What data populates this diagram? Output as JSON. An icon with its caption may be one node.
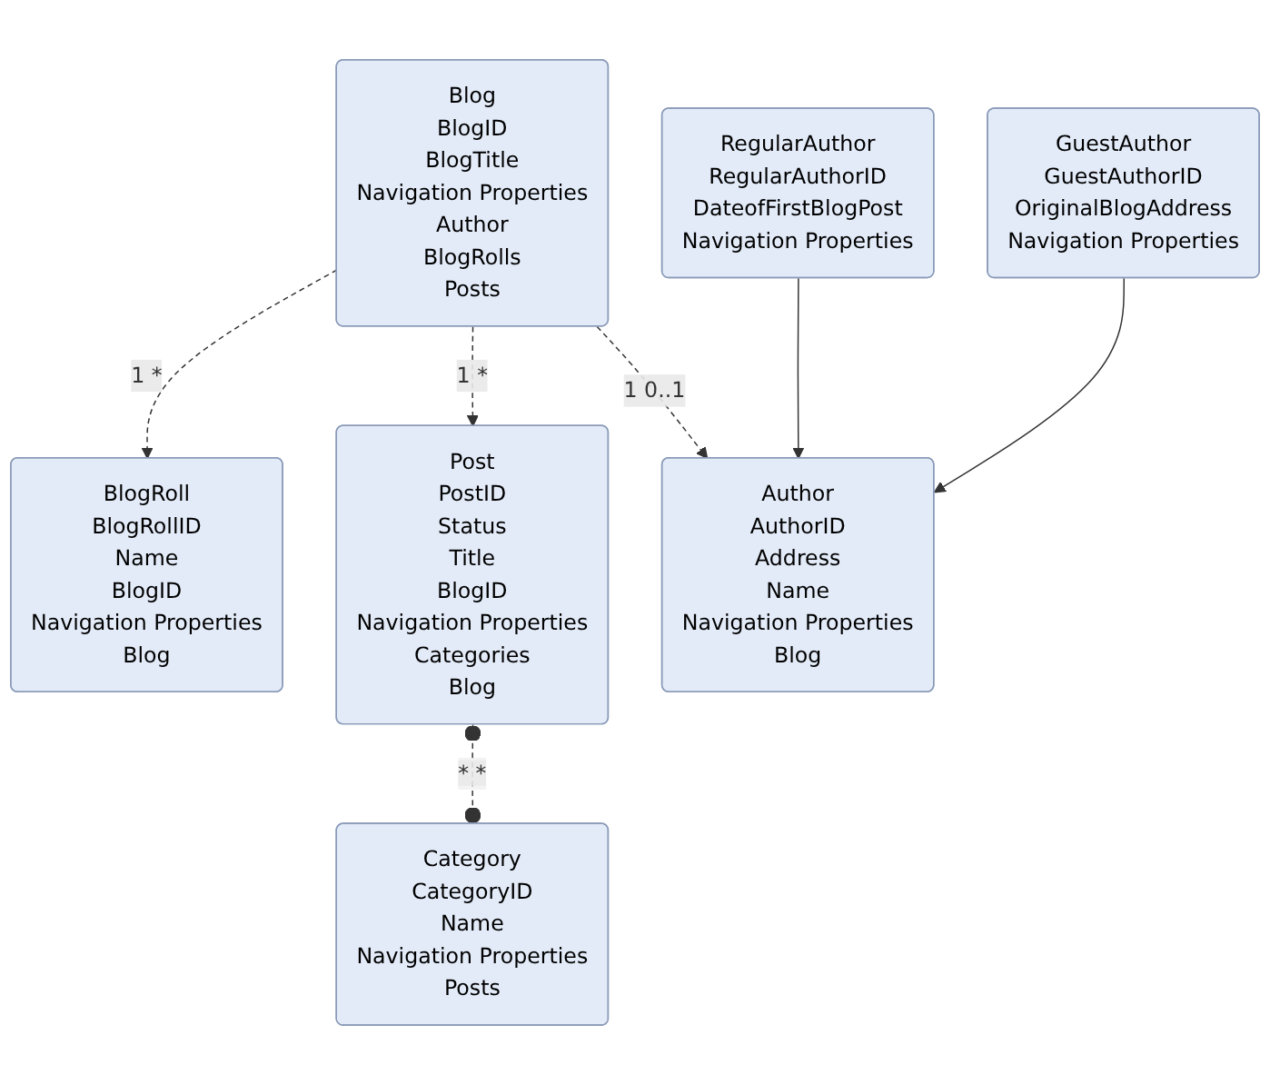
{
  "diagram": {
    "nodes": [
      {
        "text": [
          "BlogRoll",
          "BlogRollID",
          "Name",
          "BlogID",
          "Navigation Properties",
          "Blog"
        ]
      },
      {
        "text": [
          "Blog",
          "BlogID",
          "BlogTitle",
          "Navigation Properties",
          "Author",
          "BlogRolls",
          "Posts"
        ]
      },
      {
        "text": [
          "Post",
          "PostID",
          "Status",
          "Title",
          "BlogID",
          "Navigation Properties",
          "Categories",
          "Blog"
        ]
      },
      {
        "text": [
          "Author",
          "AuthorID",
          "Address",
          "Name",
          "Navigation Properties",
          "Blog"
        ]
      },
      {
        "text": [
          "Category",
          "CategoryID",
          "Name",
          "Navigation Properties",
          "Posts"
        ]
      },
      {
        "text": [
          "RegularAuthor",
          "RegularAuthorID",
          "DateofFirstBlogPost",
          "Navigation Properties"
        ]
      },
      {
        "text": [
          "GuestAuthor",
          "GuestAuthorID",
          "OriginalBlogAddress",
          "Navigation Properties"
        ]
      }
    ],
    "edges": [
      {
        "from": 1,
        "to": 0,
        "arrow": "to",
        "label": "1 *",
        "style": "dashed"
      },
      {
        "from": 1,
        "to": 2,
        "arrow": "to",
        "label": "1 *",
        "style": "dashed"
      },
      {
        "from": 1,
        "to": 3,
        "arrow": "to",
        "label": "1 0..1",
        "style": "dashed"
      },
      {
        "from": 2,
        "to": 4,
        "arrow": "other",
        "label": "* *",
        "style": "dashed"
      },
      {
        "from": 5,
        "to": 3,
        "arrow": "to"
      },
      {
        "from": 6,
        "to": 3,
        "arrow": "to"
      }
    ]
  }
}
